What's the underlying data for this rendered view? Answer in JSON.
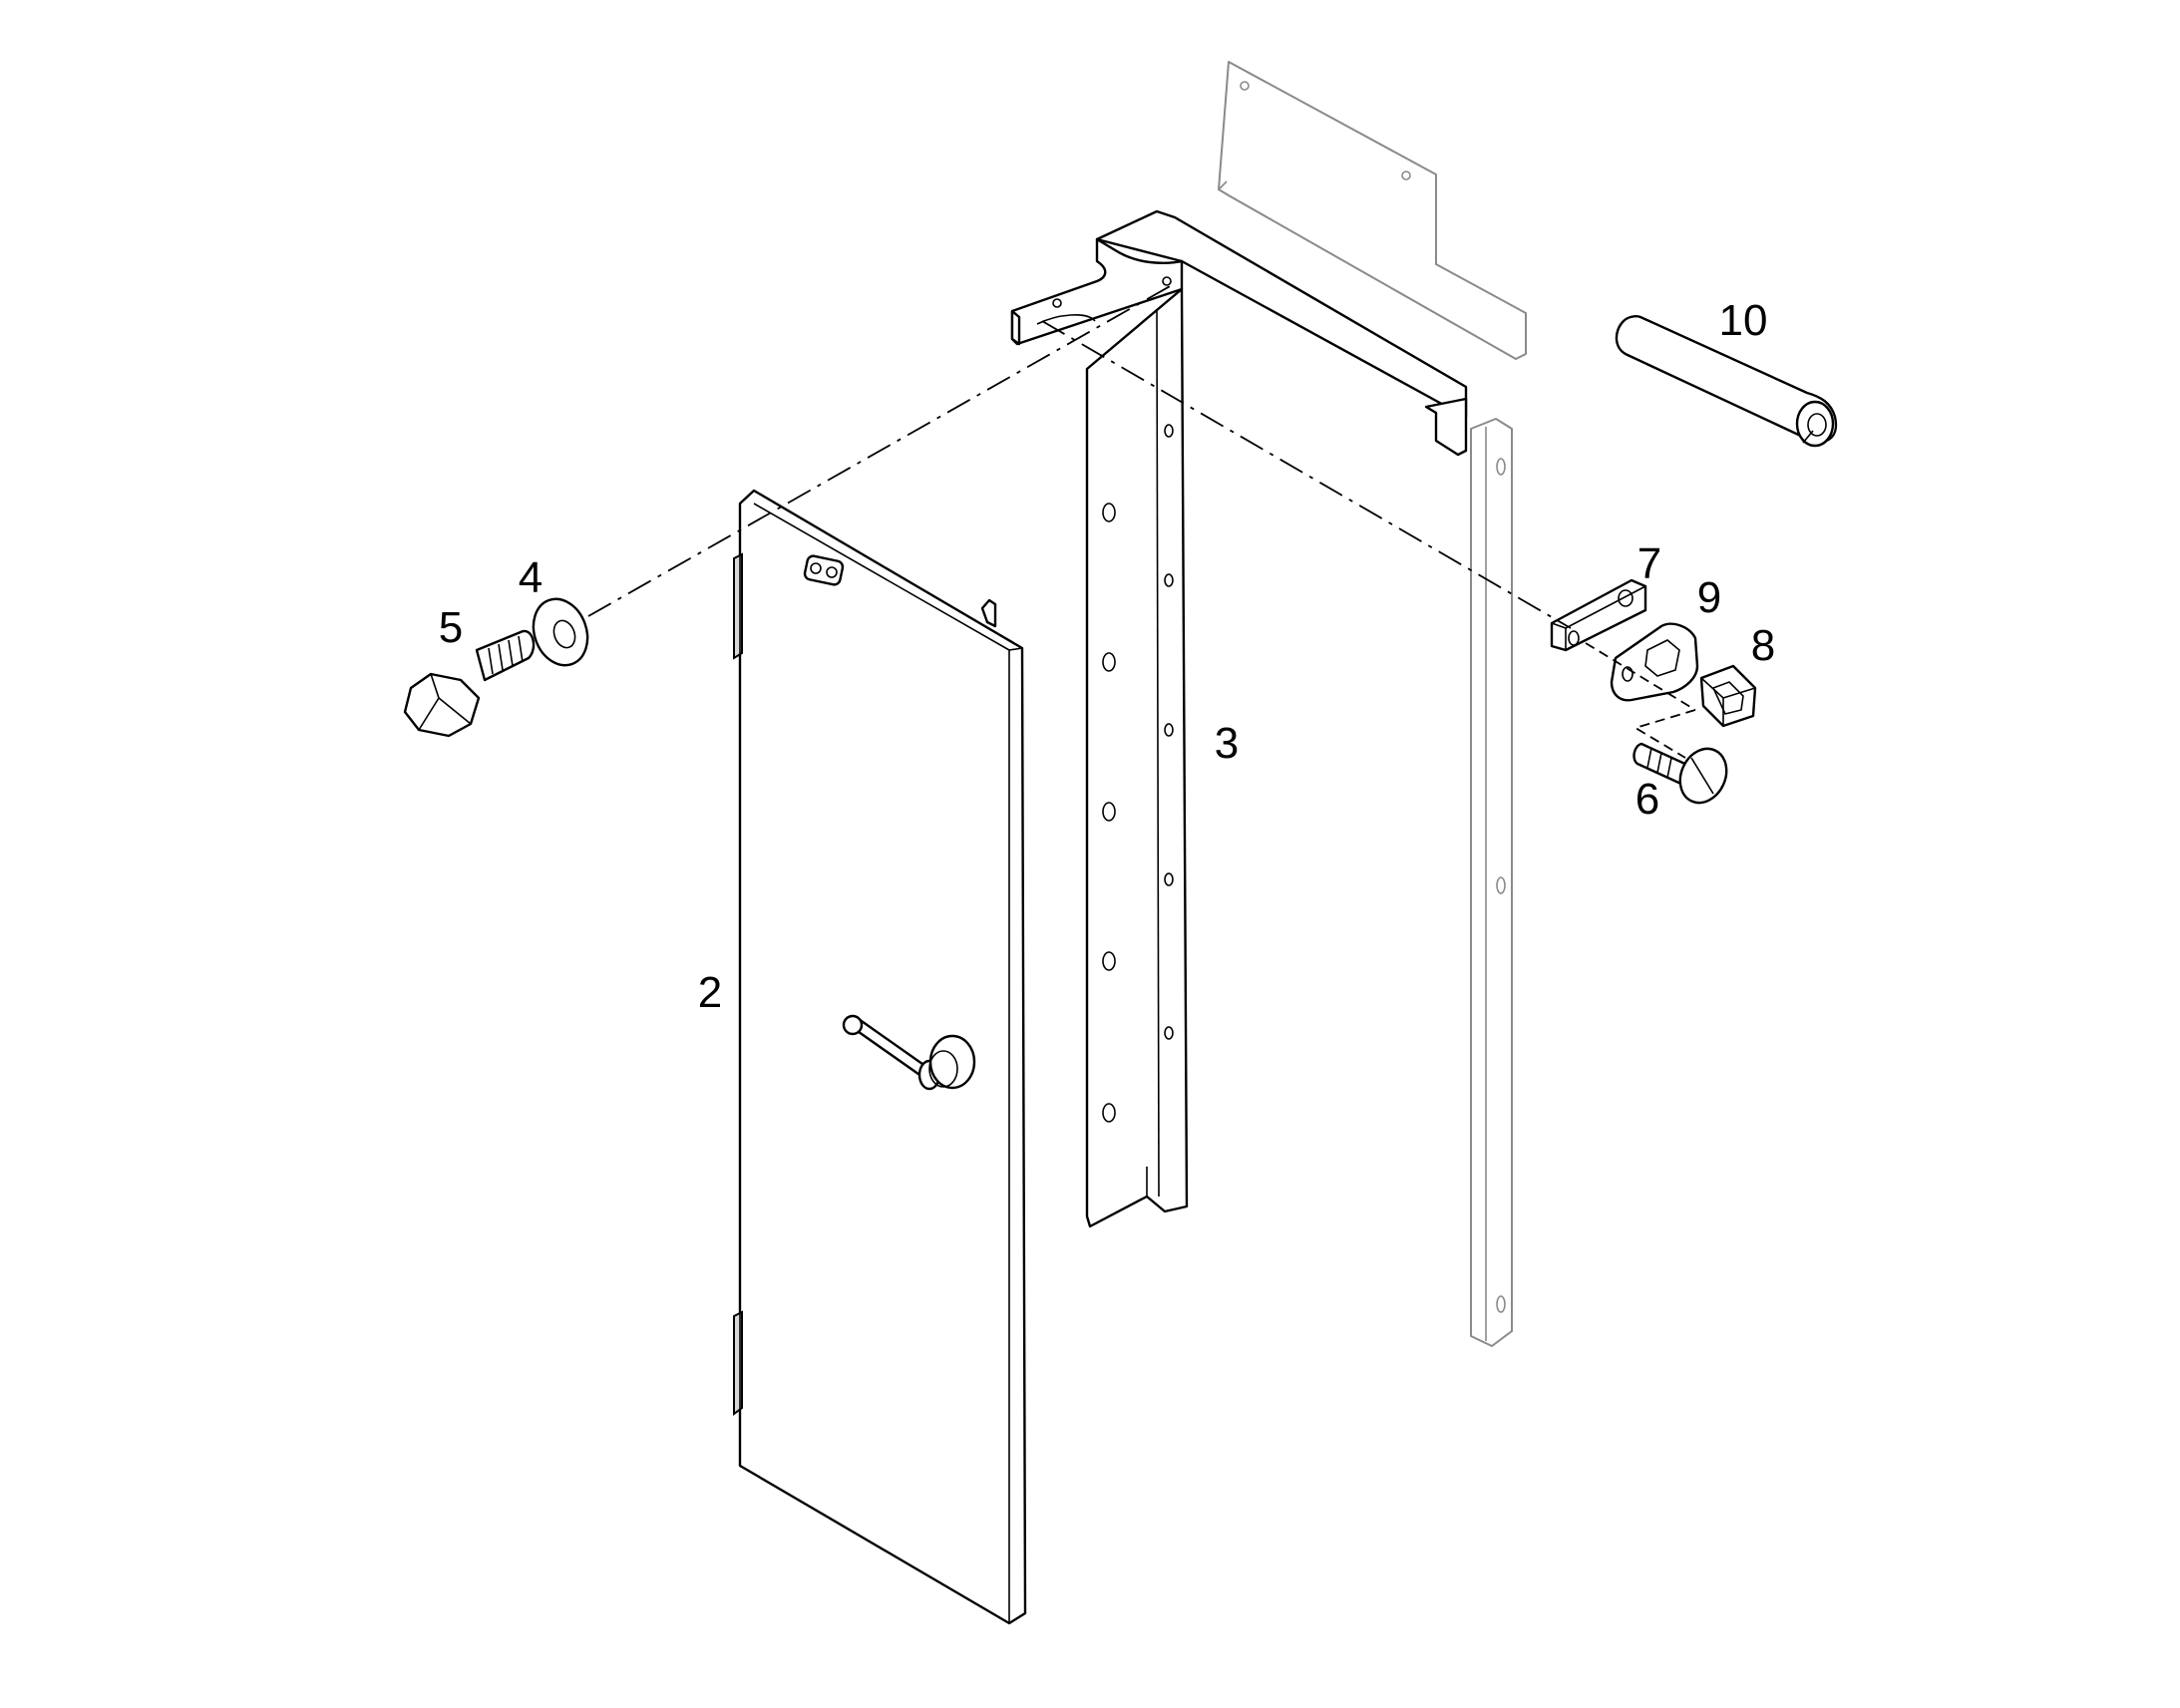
{
  "callouts": {
    "part_2": "2",
    "part_3": "3",
    "part_4": "4",
    "part_5": "5",
    "part_6": "6",
    "part_7": "7",
    "part_8": "8",
    "part_9": "9",
    "part_10": "10"
  },
  "colors": {
    "line": "#000000",
    "ghost_line": "#8a8a8a",
    "background": "#ffffff"
  }
}
